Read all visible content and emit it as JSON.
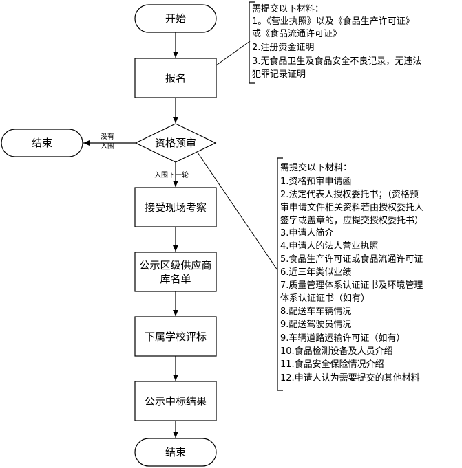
{
  "nodes": {
    "start": "开始",
    "signup": "报名",
    "prequal": "资格预审",
    "end_left": "结束",
    "inspect": "接受现场考察",
    "publish_list_line1": "公示区级供应商",
    "publish_list_line2": "库名单",
    "evaluate": "下属学校评标",
    "publish_result": "公示中标结果",
    "end_bottom": "结束"
  },
  "edges": {
    "not_qualified_line1": "没有",
    "not_qualified_line2": "入围",
    "next_round": "入围下一轮"
  },
  "note_signup": {
    "lines": [
      "需提交以下材料：",
      "1。《营业执照》以及《食品生产许可证》",
      "或《食品流通许可证》",
      "2.注册资金证明",
      "3.无食品卫生及食品安全不良记录，无违法",
      "犯罪记录证明"
    ]
  },
  "note_prequal": {
    "lines": [
      "需提交以下材料：",
      "1.资格预审申请函",
      "2.法定代表人授权委托书；（资格预",
      "审申请文件相关资料若由授权委托人",
      "签字或盖章的，应提交授权委托书）",
      "3.申请人简介",
      "4.申请人的法人营业执照",
      "5.食品生产许可证或食品流通许可证",
      "6.近三年类似业绩",
      "7.质量管理体系认证证书及环境管理",
      "体系认证证书（如有）",
      "8.配送车车辆情况",
      "9.配送驾驶员情况",
      "9.车辆道路运输许可证（如有）",
      "10.食品检测设备及人员介绍",
      "11.食品安全保险情况介绍",
      "12.申请人认为需要提交的其他材料"
    ]
  }
}
